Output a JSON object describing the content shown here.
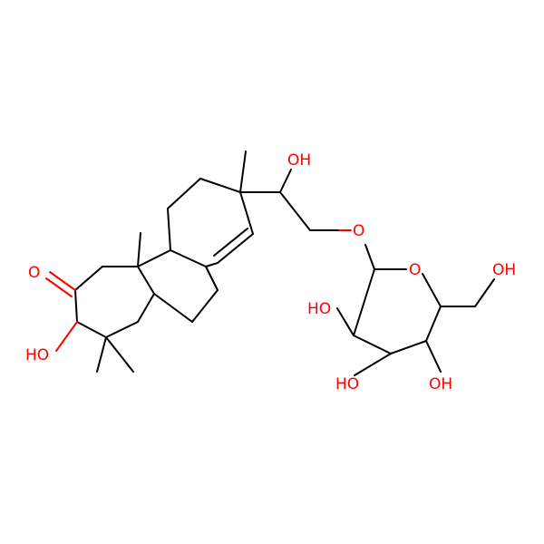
{
  "colors": {
    "background": "#ffffff",
    "carbon_bond": "#000000",
    "oxygen": "#ff0000"
  },
  "labels": {
    "ketone_o": "O",
    "c2_oh": "HO",
    "side_oh": "OH",
    "glycosidic_o": "O",
    "ring_o": "O",
    "hydroxymethyl_oh": "OH",
    "sugar_oh_c2": "HO",
    "sugar_oh_c3": "HO",
    "sugar_oh_c4": "OH"
  }
}
